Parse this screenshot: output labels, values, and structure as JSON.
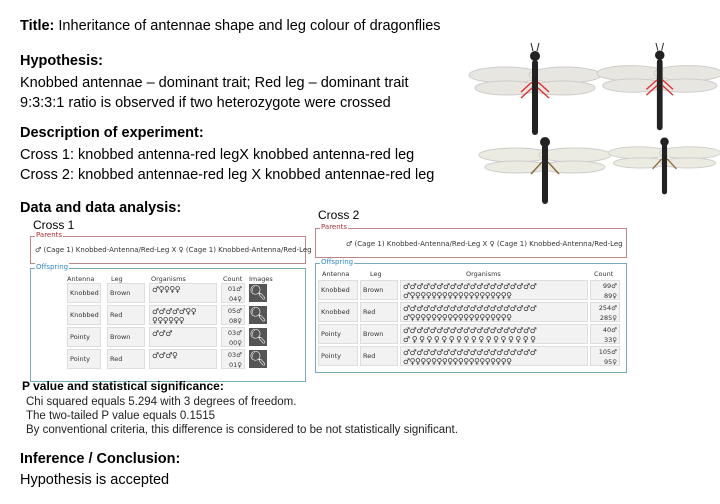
{
  "title": {
    "label": "Title:",
    "text": "Inheritance of antennae shape and leg colour of dragonflies"
  },
  "hypothesis": {
    "heading": "Hypothesis:",
    "lines": [
      "Knobbed antennae – dominant trait; Red leg – dominant trait",
      "9:3:3:1 ratio is observed if two heterozygote were crossed"
    ]
  },
  "description": {
    "heading": "Description of experiment:",
    "lines": [
      "Cross 1: knobbed antenna-red legX knobbed antenna-red leg",
      "Cross 2: knobbed antennae-red leg X knobbed antennae-red leg"
    ]
  },
  "data_heading": "Data and data analysis:",
  "cross1": {
    "label": "Cross 1",
    "parents_legend": "Parents",
    "parents": "♂ (Cage 1) Knobbed-Antenna/Red-Leg  X  ♀ (Cage 1) Knobbed-Antenna/Red-Leg",
    "offspring_legend": "Offspring",
    "headers": [
      "Antenna",
      "Leg",
      "Organisms",
      "Count",
      "Images"
    ],
    "rows": [
      {
        "antenna": "Knobbed",
        "leg": "Brown",
        "organisms": "♂♀♀♀♀",
        "male": "01♂",
        "female": "04♀"
      },
      {
        "antenna": "Knobbed",
        "leg": "Red",
        "organisms": "♂♂♂♂♂♀♀\n♀♀♀♀♀♀",
        "male": "05♂",
        "female": "08♀"
      },
      {
        "antenna": "Pointy",
        "leg": "Brown",
        "organisms": "♂♂♂",
        "male": "03♂",
        "female": "00♀"
      },
      {
        "antenna": "Pointy",
        "leg": "Red",
        "organisms": "♂♂♂♀",
        "male": "03♂",
        "female": "01♀"
      }
    ]
  },
  "cross2": {
    "label": "Cross 2",
    "parents_legend": "Parents",
    "parents": "♂ (Cage 1) Knobbed-Antenna/Red-Leg  X  ♀ (Cage 1) Knobbed-Antenna/Red-Leg",
    "offspring_legend": "Offspring",
    "headers": [
      "Antenna",
      "Leg",
      "Organisms",
      "Count"
    ],
    "rows": [
      {
        "antenna": "Knobbed",
        "leg": "Brown",
        "organisms": "♂♂♂♂♂♂♂♂♂♂♂♂♂♂♂♂♂♂♂♂\n♂♀♀♀♀♀♀♀♀♀♀♀♀♀♀♀♀♀♀♀",
        "male": "99♂",
        "female": "89♀"
      },
      {
        "antenna": "Knobbed",
        "leg": "Red",
        "organisms": "♂♂♂♂♂♂♂♂♂♂♂♂♂♂♂♂♂♂♂♂\n♂♀♀♀♀♀♀♀♀♀♀♀♀♀♀♀♀♀♀♀",
        "male": "254♂",
        "female": "285♀"
      },
      {
        "antenna": "Pointy",
        "leg": "Brown",
        "organisms": "♂♂♂♂♂♂♂♂♂♂♂♂♂♂♂♂♂♂♂♂\n♂ ♀ ♀ ♀ ♀ ♀ ♀ ♀ ♀ ♀ ♀ ♀ ♀ ♀ ♀ ♀ ♀ ♀",
        "male": "40♂",
        "female": "33♀"
      },
      {
        "antenna": "Pointy",
        "leg": "Red",
        "organisms": "♂♂♂♂♂♂♂♂♂♂♂♂♂♂♂♂♂♂♂♂\n♂♀♀♀♀♀♀♀♀♀♀♀♀♀♀♀♀♀♀♀",
        "male": "105♂",
        "female": "95♀"
      }
    ]
  },
  "stats": {
    "heading": "P value and statistical significance:",
    "lines": [
      "Chi squared equals 5.294 with 3 degrees of freedom.",
      "The two-tailed P value equals 0.1515",
      "By conventional criteria, this difference is considered to be not statistically significant."
    ]
  },
  "inference": {
    "heading": "Inference / Conclusion:",
    "text": "Hypothesis is accepted"
  },
  "colors": {
    "red_leg": "#d33",
    "brown_leg": "#8a6a3a"
  }
}
